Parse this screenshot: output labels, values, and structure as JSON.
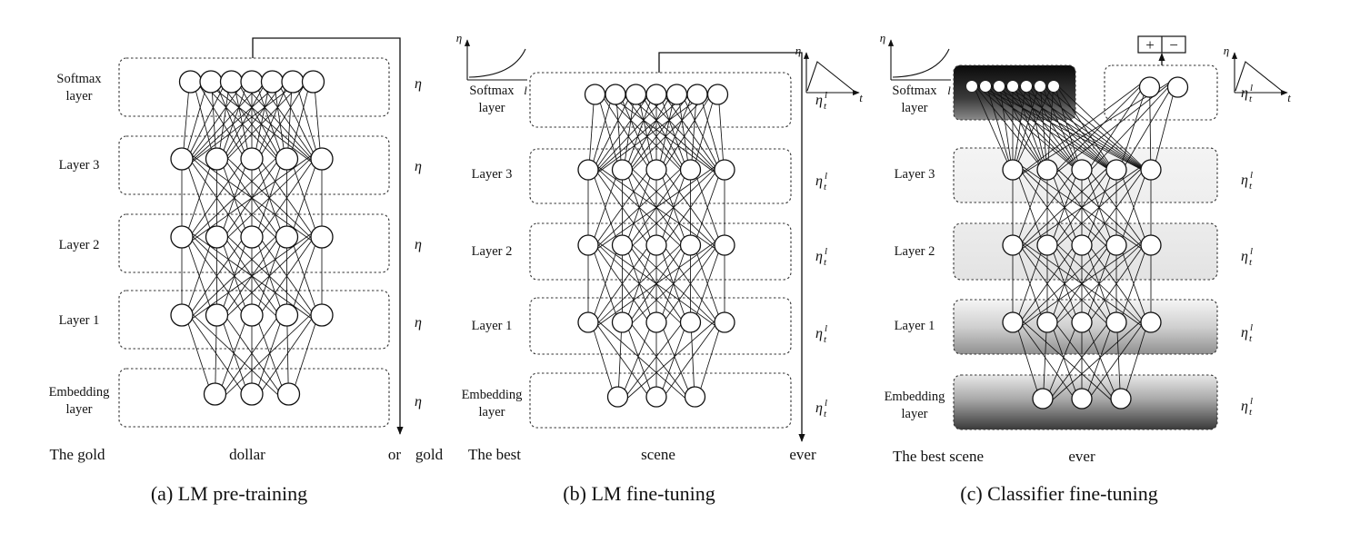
{
  "panels": [
    {
      "caption": "(a) LM pre-training",
      "layers": [
        {
          "label": [
            "Softmax",
            "layer"
          ],
          "nodes": 7,
          "eta": "η"
        },
        {
          "label": [
            "Layer 3"
          ],
          "nodes": 5,
          "eta": "η"
        },
        {
          "label": [
            "Layer 2"
          ],
          "nodes": 5,
          "eta": "η"
        },
        {
          "label": [
            "Layer 1"
          ],
          "nodes": 5,
          "eta": "η"
        },
        {
          "label": [
            "Embedding",
            "layer"
          ],
          "nodes": 3,
          "eta": "η"
        }
      ],
      "words": [
        "The gold",
        "dollar",
        "or",
        "gold"
      ]
    },
    {
      "caption": "(b) LM fine-tuning",
      "layers": [
        {
          "label": [
            "Softmax",
            "layer"
          ],
          "nodes": 7,
          "eta": "η",
          "eta_sub": "t",
          "eta_sup": "l"
        },
        {
          "label": [
            "Layer 3"
          ],
          "nodes": 5,
          "eta": "η",
          "eta_sub": "t",
          "eta_sup": "l"
        },
        {
          "label": [
            "Layer 2"
          ],
          "nodes": 5,
          "eta": "η",
          "eta_sub": "t",
          "eta_sup": "l"
        },
        {
          "label": [
            "Layer 1"
          ],
          "nodes": 5,
          "eta": "η",
          "eta_sub": "t",
          "eta_sup": "l"
        },
        {
          "label": [
            "Embedding",
            "layer"
          ],
          "nodes": 3,
          "eta": "η",
          "eta_sub": "t",
          "eta_sup": "l"
        }
      ],
      "words": [
        "The best",
        "scene",
        "ever"
      ],
      "lr_plots": {
        "left_y": "η",
        "left_x": "l",
        "right_y": "η",
        "right_x": "t"
      }
    },
    {
      "caption": "(c) Classifier fine-tuning",
      "layers": [
        {
          "label": [
            "Softmax",
            "layer"
          ],
          "nodes": 7,
          "eta": "η",
          "eta_sub": "t",
          "eta_sup": "l"
        },
        {
          "label": [
            "Layer 3"
          ],
          "nodes": 5,
          "eta": "η",
          "eta_sub": "t",
          "eta_sup": "l"
        },
        {
          "label": [
            "Layer 2"
          ],
          "nodes": 5,
          "eta": "η",
          "eta_sub": "t",
          "eta_sup": "l"
        },
        {
          "label": [
            "Layer 1"
          ],
          "nodes": 5,
          "eta": "η",
          "eta_sub": "t",
          "eta_sup": "l"
        },
        {
          "label": [
            "Embedding",
            "layer"
          ],
          "nodes": 3,
          "eta": "η",
          "eta_sub": "t",
          "eta_sup": "l"
        }
      ],
      "classifier_nodes": 2,
      "classes": [
        "+",
        "−"
      ],
      "words": [
        "The best scene",
        "ever"
      ],
      "lr_plots": {
        "left_y": "η",
        "left_x": "l",
        "right_y": "η",
        "right_x": "t"
      }
    }
  ]
}
